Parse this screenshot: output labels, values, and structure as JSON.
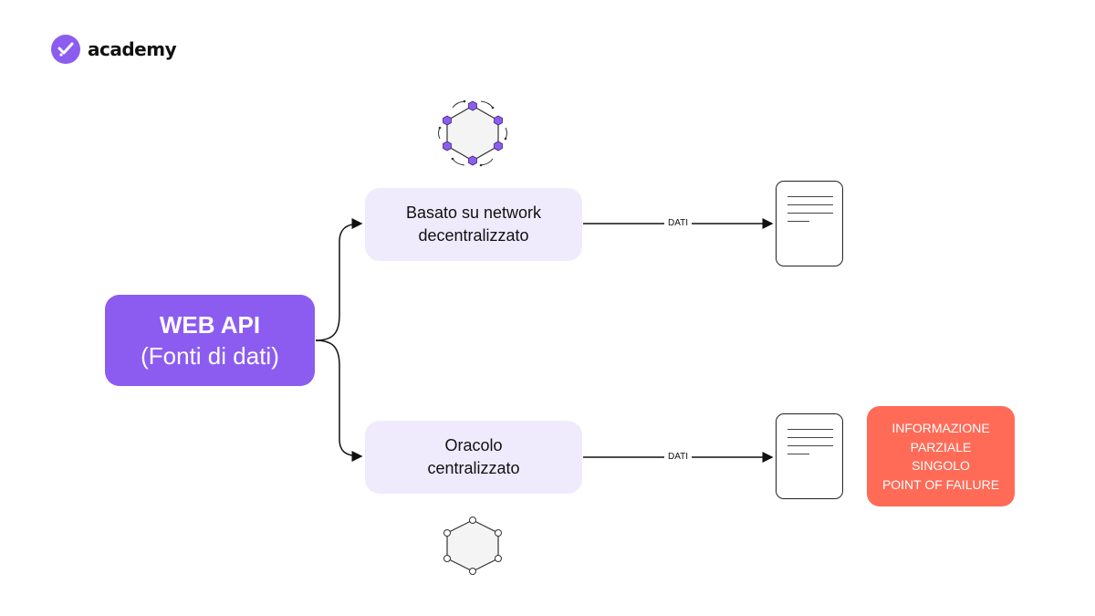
{
  "logo": {
    "text": "academy",
    "color": "#8c5cf0"
  },
  "source": {
    "title": "WEB API",
    "subtitle": "(Fonti di dati)",
    "color": "#8c5cf0"
  },
  "branches": {
    "top": {
      "label_line1": "Basato su network",
      "label_line2": "decentralizzato",
      "edge_label": "DATI",
      "icon": "decentralized-network-icon"
    },
    "bottom": {
      "label_line1": "Oracolo",
      "label_line2": "centralizzato",
      "edge_label": "DATI",
      "icon": "centralized-node-icon"
    }
  },
  "warning": {
    "lines": [
      "INFORMAZIONE",
      "PARZIALE",
      "SINGOLO",
      "POINT OF FAILURE"
    ],
    "color": "#ff6b57"
  },
  "colors": {
    "box_fill": "#efebfc",
    "accent": "#8c5cf0"
  }
}
